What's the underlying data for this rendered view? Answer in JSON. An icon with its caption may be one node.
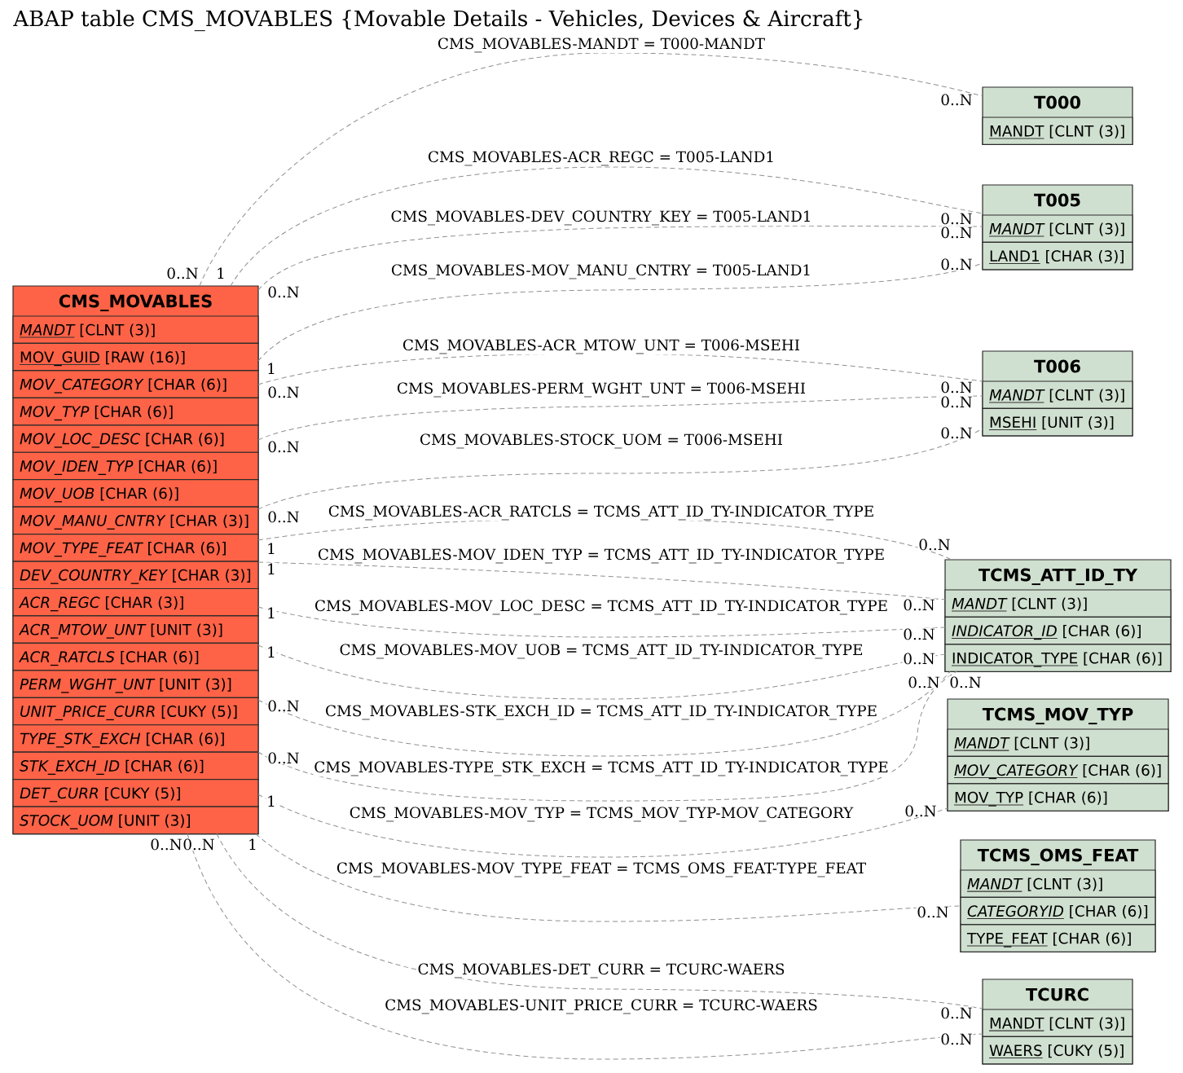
{
  "diagram": {
    "title": "ABAP table CMS_MOVABLES {Movable Details - Vehicles, Devices & Aircraft}",
    "nodes": [
      {
        "text": [
          "CMS_MOVABLES"
        ]
      },
      {
        "text": [
          "MANDT",
          "[CLNT (3)]"
        ],
        "in": 0
      },
      {
        "text": [
          "MOV_GUID",
          "[RAW (16)]"
        ],
        "in": 0
      },
      {
        "text": [
          "MOV_CATEGORY",
          "[CHAR (6)]"
        ],
        "in": 0
      },
      {
        "text": [
          "MOV_TYP",
          "[CHAR (6)]"
        ],
        "in": 0
      },
      {
        "text": [
          "MOV_LOC_DESC",
          "[CHAR (6)]"
        ],
        "in": 0
      },
      {
        "text": [
          "MOV_IDEN_TYP",
          "[CHAR (6)]"
        ],
        "in": 0
      },
      {
        "text": [
          "MOV_UOB",
          "[CHAR (6)]"
        ],
        "in": 0
      },
      {
        "text": [
          "MOV_MANU_CNTRY",
          "[CHAR (3)]"
        ],
        "in": 0
      },
      {
        "text": [
          "MOV_TYPE_FEAT",
          "[CHAR (6)]"
        ],
        "in": 0
      },
      {
        "text": [
          "DEV_COUNTRY_KEY",
          "[CHAR (3)]"
        ],
        "in": 0
      },
      {
        "text": [
          "ACR_REGC",
          "[CHAR (3)]"
        ],
        "in": 0
      },
      {
        "text": [
          "ACR_MTOW_UNT",
          "[UNIT (3)]"
        ],
        "in": 0
      },
      {
        "text": [
          "ACR_RATCLS",
          "[CHAR (6)]"
        ],
        "in": 0
      },
      {
        "text": [
          "PERM_WGHT_UNT",
          "[UNIT (3)]"
        ],
        "in": 0
      },
      {
        "text": [
          "UNIT_PRICE_CURR",
          "[CUKY (5)]"
        ],
        "in": 0
      },
      {
        "text": [
          "TYPE_STK_EXCH",
          "[CHAR (6)]"
        ],
        "in": 0
      },
      {
        "text": [
          "STK_EXCH_ID",
          "[CHAR (6)]"
        ],
        "in": 0
      },
      {
        "text": [
          "DET_CURR",
          "[CUKY (5)]"
        ],
        "in": 0
      },
      {
        "text": [
          "STOCK_UOM",
          "[UNIT (3)]"
        ],
        "in": 0
      },
      {
        "text": [
          "T000"
        ]
      },
      {
        "text": [
          "MANDT",
          "[CLNT (3)]"
        ],
        "in": 20
      },
      {
        "text": [
          "T005"
        ]
      },
      {
        "text": [
          "MANDT",
          "[CLNT (3)]"
        ],
        "in": 22
      },
      {
        "text": [
          "LAND1",
          "[CHAR (3)]"
        ],
        "in": 22
      },
      {
        "text": [
          "T006"
        ]
      },
      {
        "text": [
          "MANDT",
          "[CLNT (3)]"
        ],
        "in": 25
      },
      {
        "text": [
          "MSEHI",
          "[UNIT (3)]"
        ],
        "in": 25
      },
      {
        "text": [
          "TCMS_ATT_ID_TY"
        ]
      },
      {
        "text": [
          "MANDT",
          "[CLNT (3)]"
        ],
        "in": 28
      },
      {
        "text": [
          "INDICATOR_ID",
          "[CHAR (6)]"
        ],
        "in": 28
      },
      {
        "text": [
          "INDICATOR_TYPE",
          "[CHAR (6)]"
        ],
        "in": 28
      },
      {
        "text": [
          "TCMS_MOV_TYP"
        ]
      },
      {
        "text": [
          "MANDT",
          "[CLNT (3)]"
        ],
        "in": 32
      },
      {
        "text": [
          "MOV_CATEGORY",
          "[CHAR (6)]"
        ],
        "in": 32
      },
      {
        "text": [
          "MOV_TYP",
          "[CHAR (6)]"
        ],
        "in": 32
      },
      {
        "text": [
          "TCMS_OMS_FEAT"
        ]
      },
      {
        "text": [
          "MANDT",
          "[CLNT (3)]"
        ],
        "in": 36
      },
      {
        "text": [
          "CATEGORYID",
          "[CHAR (6)]"
        ],
        "in": 36
      },
      {
        "text": [
          "TYPE_FEAT",
          "[CHAR (6)]"
        ],
        "in": 36
      },
      {
        "text": [
          "TCURC"
        ]
      },
      {
        "text": [
          "MANDT",
          "[CLNT (3)]"
        ],
        "in": 40
      },
      {
        "text": [
          "WAERS",
          "[CUKY (5)]"
        ],
        "in": 40
      }
    ],
    "edges": [
      {
        "from": 0,
        "to": 20,
        "arrow": "none",
        "style": "dashed",
        "label": "CMS_MOVABLES-MANDT = T000-MANDT"
      },
      {
        "from": 0,
        "to": 22,
        "arrow": "none",
        "style": "dashed",
        "label": "CMS_MOVABLES-ACR_REGC = T005-LAND1"
      },
      {
        "from": 0,
        "to": 22,
        "arrow": "none",
        "style": "dashed",
        "label": "CMS_MOVABLES-DEV_COUNTRY_KEY = T005-LAND1"
      },
      {
        "from": 0,
        "to": 22,
        "arrow": "none",
        "style": "dashed",
        "label": "CMS_MOVABLES-MOV_MANU_CNTRY = T005-LAND1"
      },
      {
        "from": 0,
        "to": 25,
        "arrow": "none",
        "style": "dashed",
        "label": "CMS_MOVABLES-ACR_MTOW_UNT = T006-MSEHI"
      },
      {
        "from": 0,
        "to": 25,
        "arrow": "none",
        "style": "dashed",
        "label": "CMS_MOVABLES-PERM_WGHT_UNT = T006-MSEHI"
      },
      {
        "from": 0,
        "to": 25,
        "arrow": "none",
        "style": "dashed",
        "label": "CMS_MOVABLES-STOCK_UOM = T006-MSEHI"
      },
      {
        "from": 0,
        "to": 28,
        "arrow": "none",
        "style": "dashed",
        "label": "CMS_MOVABLES-ACR_RATCLS = TCMS_ATT_ID_TY-INDICATOR_TYPE"
      },
      {
        "from": 0,
        "to": 28,
        "arrow": "none",
        "style": "dashed",
        "label": "CMS_MOVABLES-MOV_IDEN_TYP = TCMS_ATT_ID_TY-INDICATOR_TYPE"
      },
      {
        "from": 0,
        "to": 28,
        "arrow": "none",
        "style": "dashed",
        "label": "CMS_MOVABLES-MOV_LOC_DESC = TCMS_ATT_ID_TY-INDICATOR_TYPE"
      },
      {
        "from": 0,
        "to": 28,
        "arrow": "none",
        "style": "dashed",
        "label": "CMS_MOVABLES-MOV_UOB = TCMS_ATT_ID_TY-INDICATOR_TYPE"
      },
      {
        "from": 0,
        "to": 28,
        "arrow": "none",
        "style": "dashed",
        "label": "CMS_MOVABLES-STK_EXCH_ID = TCMS_ATT_ID_TY-INDICATOR_TYPE"
      },
      {
        "from": 0,
        "to": 28,
        "arrow": "none",
        "style": "dashed",
        "label": "CMS_MOVABLES-TYPE_STK_EXCH = TCMS_ATT_ID_TY-INDICATOR_TYPE"
      },
      {
        "from": 0,
        "to": 32,
        "arrow": "none",
        "style": "dashed",
        "label": "CMS_MOVABLES-MOV_TYP = TCMS_MOV_TYP-MOV_CATEGORY"
      },
      {
        "from": 0,
        "to": 36,
        "arrow": "none",
        "style": "dashed",
        "label": "CMS_MOVABLES-MOV_TYPE_FEAT = TCMS_OMS_FEAT-TYPE_FEAT"
      },
      {
        "from": 0,
        "to": 40,
        "arrow": "none",
        "style": "dashed",
        "label": "CMS_MOVABLES-DET_CURR = TCURC-WAERS"
      },
      {
        "from": 0,
        "to": 40,
        "arrow": "none",
        "style": "dashed",
        "label": "CMS_MOVABLES-UNIT_PRICE_CURR = TCURC-WAERS"
      }
    ],
    "labels": [
      "0..N",
      "0..N",
      "1",
      "0..N",
      "0..N",
      "0..N",
      "1",
      "0..N",
      "0..N",
      "0..N",
      "0..N",
      "0..N",
      "0..N",
      "0..N",
      "1",
      "0..N",
      "1",
      "0..N",
      "1",
      "0..N",
      "1",
      "0..N",
      "0..N",
      "0..N",
      "0..N",
      "0..N",
      "1",
      "0..N",
      "1",
      "0..N",
      "0..N",
      "0..N",
      "0..N",
      "0..N"
    ]
  }
}
